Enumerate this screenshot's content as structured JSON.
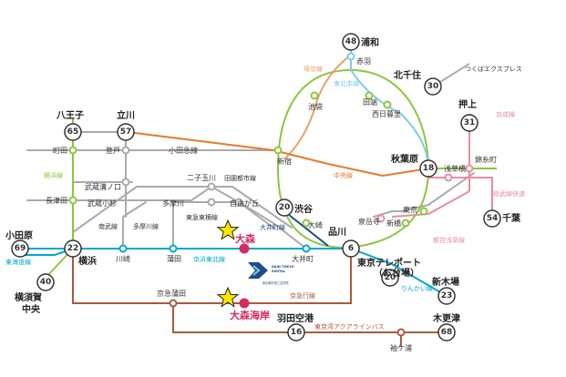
{
  "colors": {
    "gray_line": "#aaaaaa",
    "jr_green": "#8cc63f",
    "blue_line": "#00a7cf",
    "sky_line": "#7fcbe6",
    "orange_line": "#e87a2b",
    "saikyo": "#e8a06e",
    "keihin_brown": "#a85a3f",
    "pink_line": "#e88d9d",
    "navy_line": "#1f4b8e",
    "accent_pink": "#d42d63",
    "star_yellow": "#ffe600"
  },
  "stations": {
    "urawa": "浦和",
    "akabane": "赤羽",
    "kitasenju": "北千住",
    "tabata": "田端",
    "nishinippori": "西日暮里",
    "ikebukuro": "池袋",
    "oshiage": "押上",
    "kinshicho": "錦糸町",
    "akihabara": "秋葉原",
    "asakusabashi": "浅草橋",
    "hachioji": "八王子",
    "tachikawa": "立川",
    "machida": "町田",
    "noborito": "登戸",
    "shinjuku": "新宿",
    "nagatsuda": "長津田",
    "musashimizonokuchi": "武蔵溝ノ口",
    "musashikosugi": "武蔵小杉",
    "futakotamagawa": "二子玉川",
    "jiyugaoka": "自由が丘",
    "tamagawa": "多摩川",
    "shibuya": "渋谷",
    "osaki": "大崎",
    "sengakuji": "泉岳寺",
    "shinbashi": "新橋",
    "tokyo": "東京",
    "chiba": "千葉",
    "shinagawa": "品川",
    "odawara": "小田原",
    "yokohama": "横浜",
    "kawasaki": "川崎",
    "kamata": "蒲田",
    "omori": "大森",
    "oimachi": "大井町",
    "tokyo_teleport": "東京テレポート",
    "teleport_sub": "（お台場）",
    "shinkiba": "新木場",
    "yokosuka_chuo_1": "横須賀",
    "yokosuka_chuo_2": "中央",
    "keikyu_kamata": "京急蒲田",
    "omori_kaigan": "大森海岸",
    "haneda": "羽田空港",
    "kisarazu": "木更津",
    "sodegaura": "袖ケ浦"
  },
  "lines": {
    "saikyo": "埼京線",
    "tohoku": "東北本線",
    "tsukuba": "つくばエクスプレス",
    "keisei": "京成線",
    "odakyu": "小田急線",
    "chuo": "中央線",
    "yokohama": "横浜線",
    "sobu": "総武線快速",
    "nambu": "南武線",
    "tamagawa_line": "多摩川線",
    "denentoshi": "田園都市線",
    "toyoko": "東急東横線",
    "oimachi_line": "大井町線",
    "toei_asakusa": "都営浅草線",
    "keihin_tohoku": "京浜東北線",
    "tokaido": "東海道線",
    "rinkai": "りんかい線",
    "keikyu": "京急行線",
    "aqualine": "東京湾アクアラインバス"
  },
  "times": {
    "urawa": "48",
    "kitasenju": "30",
    "oshiage": "31",
    "hachioji": "65",
    "tachikawa": "57",
    "akihabara": "18",
    "shibuya": "20",
    "chiba": "54",
    "shinagawa": "6",
    "odawara": "69",
    "yokohama": "22",
    "tokyo_teleport": "20",
    "shinkiba": "23",
    "yokosuka_chuo": "40",
    "haneda": "16",
    "kisarazu": "68"
  },
  "school": {
    "line1": "DAIN TOKYO",
    "line2": "RENTAL",
    "line3": "東京都外語工芸学院"
  }
}
